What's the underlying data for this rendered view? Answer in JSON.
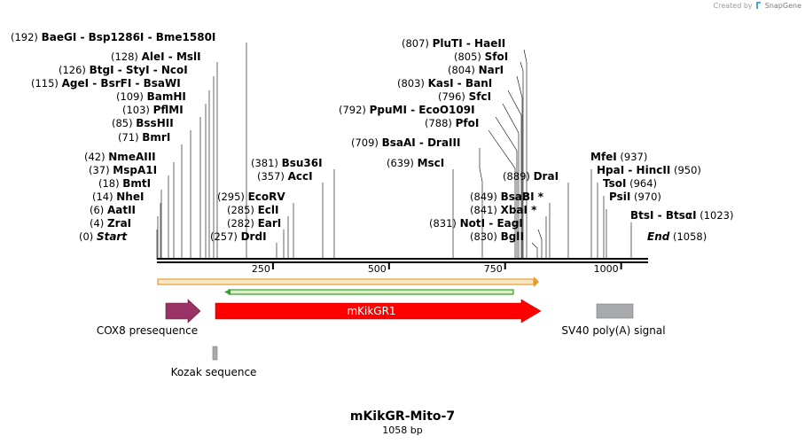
{
  "credit": {
    "prefix": "Created by",
    "brand": "SnapGene"
  },
  "plasmid": {
    "name": "mKikGR-Mito-7",
    "length_label": "1058 bp",
    "length": 1058
  },
  "ruler": {
    "ticks": [
      250,
      500,
      750,
      1000
    ]
  },
  "sites_left": [
    {
      "pos": "(192)",
      "names": [
        "BaeGI",
        "Bsp1286I",
        "Bme1580I"
      ],
      "bp": 192
    },
    {
      "pos": "(128)",
      "names": [
        "AleI",
        "MslI"
      ],
      "bp": 128
    },
    {
      "pos": "(126)",
      "names": [
        "BtgI",
        "StyI",
        "NcoI"
      ],
      "bp": 126
    },
    {
      "pos": "(115)",
      "names": [
        "AgeI",
        "BsrFI",
        "BsaWI"
      ],
      "bp": 115
    },
    {
      "pos": "(109)",
      "names": [
        "BamHI"
      ],
      "bp": 109
    },
    {
      "pos": "(103)",
      "names": [
        "PflMI"
      ],
      "bp": 103
    },
    {
      "pos": "(85)",
      "names": [
        "BssHII"
      ],
      "bp": 85
    },
    {
      "pos": "(71)",
      "names": [
        "BmrI"
      ],
      "bp": 71
    },
    {
      "pos": "(42)",
      "names": [
        "NmeAIII"
      ],
      "bp": 42
    },
    {
      "pos": "(37)",
      "names": [
        "MspA1I"
      ],
      "bp": 37
    },
    {
      "pos": "(18)",
      "names": [
        "BmtI"
      ],
      "bp": 18
    },
    {
      "pos": "(14)",
      "names": [
        "NheI"
      ],
      "bp": 14
    },
    {
      "pos": "(6)",
      "names": [
        "AatII"
      ],
      "bp": 6
    },
    {
      "pos": "(4)",
      "names": [
        "ZraI"
      ],
      "bp": 4
    },
    {
      "pos": "(0)",
      "names": [
        "Start"
      ],
      "bp": 0,
      "italic": true
    }
  ],
  "sites_mid_left": [
    {
      "pos": "(381)",
      "names": [
        "Bsu36I"
      ],
      "bp": 381
    },
    {
      "pos": "(357)",
      "names": [
        "AccI"
      ],
      "bp": 357
    },
    {
      "pos": "(295)",
      "names": [
        "EcoRV"
      ],
      "bp": 295
    },
    {
      "pos": "(285)",
      "names": [
        "EclI"
      ],
      "bp": 285
    },
    {
      "pos": "(282)",
      "names": [
        "EarI"
      ],
      "bp": 282
    },
    {
      "pos": "(257)",
      "names": [
        "DrdI"
      ],
      "bp": 257
    }
  ],
  "sites_mid_right": [
    {
      "pos": "(807)",
      "names": [
        "PluTI",
        "HaeII"
      ],
      "bp": 807
    },
    {
      "pos": "(805)",
      "names": [
        "SfoI"
      ],
      "bp": 805
    },
    {
      "pos": "(804)",
      "names": [
        "NarI"
      ],
      "bp": 804
    },
    {
      "pos": "(803)",
      "names": [
        "KasI",
        "BanI"
      ],
      "bp": 803
    },
    {
      "pos": "(796)",
      "names": [
        "SfcI"
      ],
      "bp": 796
    },
    {
      "pos": "(792)",
      "names": [
        "PpuMI",
        "EcoO109I"
      ],
      "bp": 792
    },
    {
      "pos": "(788)",
      "names": [
        "PfoI"
      ],
      "bp": 788
    },
    {
      "pos": "(709)",
      "names": [
        "BsaAI",
        "DraIII"
      ],
      "bp": 709
    },
    {
      "pos": "(639)",
      "names": [
        "MscI"
      ],
      "bp": 639
    },
    {
      "pos": "(889)",
      "names": [
        "DraI"
      ],
      "bp": 889
    },
    {
      "pos": "(849)",
      "names": [
        "BsaBI *"
      ],
      "bp": 849
    },
    {
      "pos": "(841)",
      "names": [
        "XbaI *"
      ],
      "bp": 841
    },
    {
      "pos": "(831)",
      "names": [
        "NotI",
        "EagI"
      ],
      "bp": 831
    },
    {
      "pos": "(830)",
      "names": [
        "BglI"
      ],
      "bp": 830
    }
  ],
  "sites_right": [
    {
      "pos": "(937)",
      "names": [
        "MfeI"
      ],
      "bp": 937
    },
    {
      "pos": "(950)",
      "names": [
        "HpaI",
        "HincII"
      ],
      "bp": 950
    },
    {
      "pos": "(964)",
      "names": [
        "TsoI"
      ],
      "bp": 964
    },
    {
      "pos": "(970)",
      "names": [
        "PsiI"
      ],
      "bp": 970
    },
    {
      "pos": "(1023)",
      "names": [
        "BtsI",
        "BtsαI"
      ],
      "bp": 1023
    },
    {
      "pos": "(1058)",
      "names": [
        "End"
      ],
      "bp": 1058,
      "italic": true
    }
  ],
  "features": [
    {
      "label": "COX8 presequence",
      "start": 0,
      "end": 87,
      "color": "#993366",
      "shape": "arrow"
    },
    {
      "label": "mKikGR1",
      "start": 130,
      "end": 823,
      "color": "#ff0000",
      "shape": "arrow"
    },
    {
      "label": "SV40 poly(A) signal",
      "start": 959,
      "end": 1058,
      "color": "#a9aaad",
      "shape": "box"
    },
    {
      "label": "Kozak sequence",
      "start": 116,
      "end": 130,
      "color": "#a9aaad",
      "shape": "box"
    }
  ],
  "colors": {
    "orf": "#e89a2c",
    "orf_inner": "#f5e8c9",
    "green": "#33a02c",
    "green_inner": "#d6f0c2",
    "line": "#000000"
  }
}
